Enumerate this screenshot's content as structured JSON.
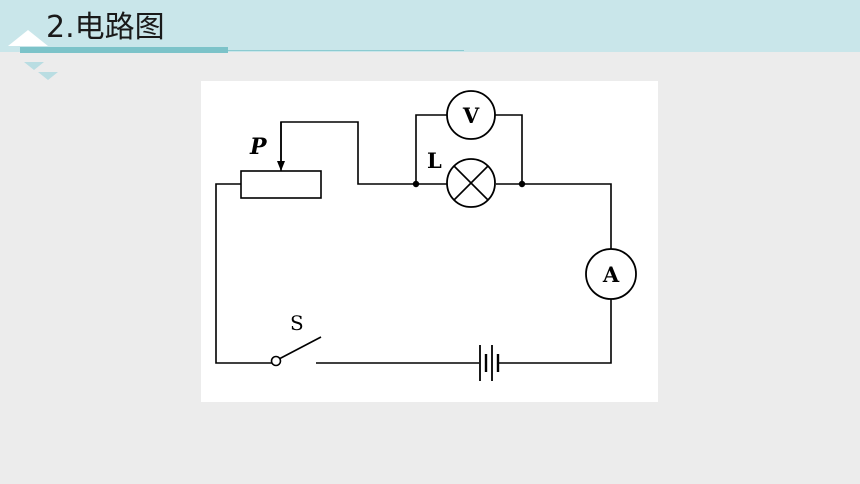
{
  "header": {
    "title": "2.电路图"
  },
  "diagram": {
    "labels": {
      "rheostat_slider": "P",
      "lamp": "L",
      "voltmeter": "V",
      "ammeter": "A",
      "switch": "S"
    }
  },
  "colors": {
    "header_band": "#c9e6ea",
    "accent": "#7cc3c9",
    "background": "#ececec",
    "panel": "#ffffff",
    "wire": "#000000"
  }
}
